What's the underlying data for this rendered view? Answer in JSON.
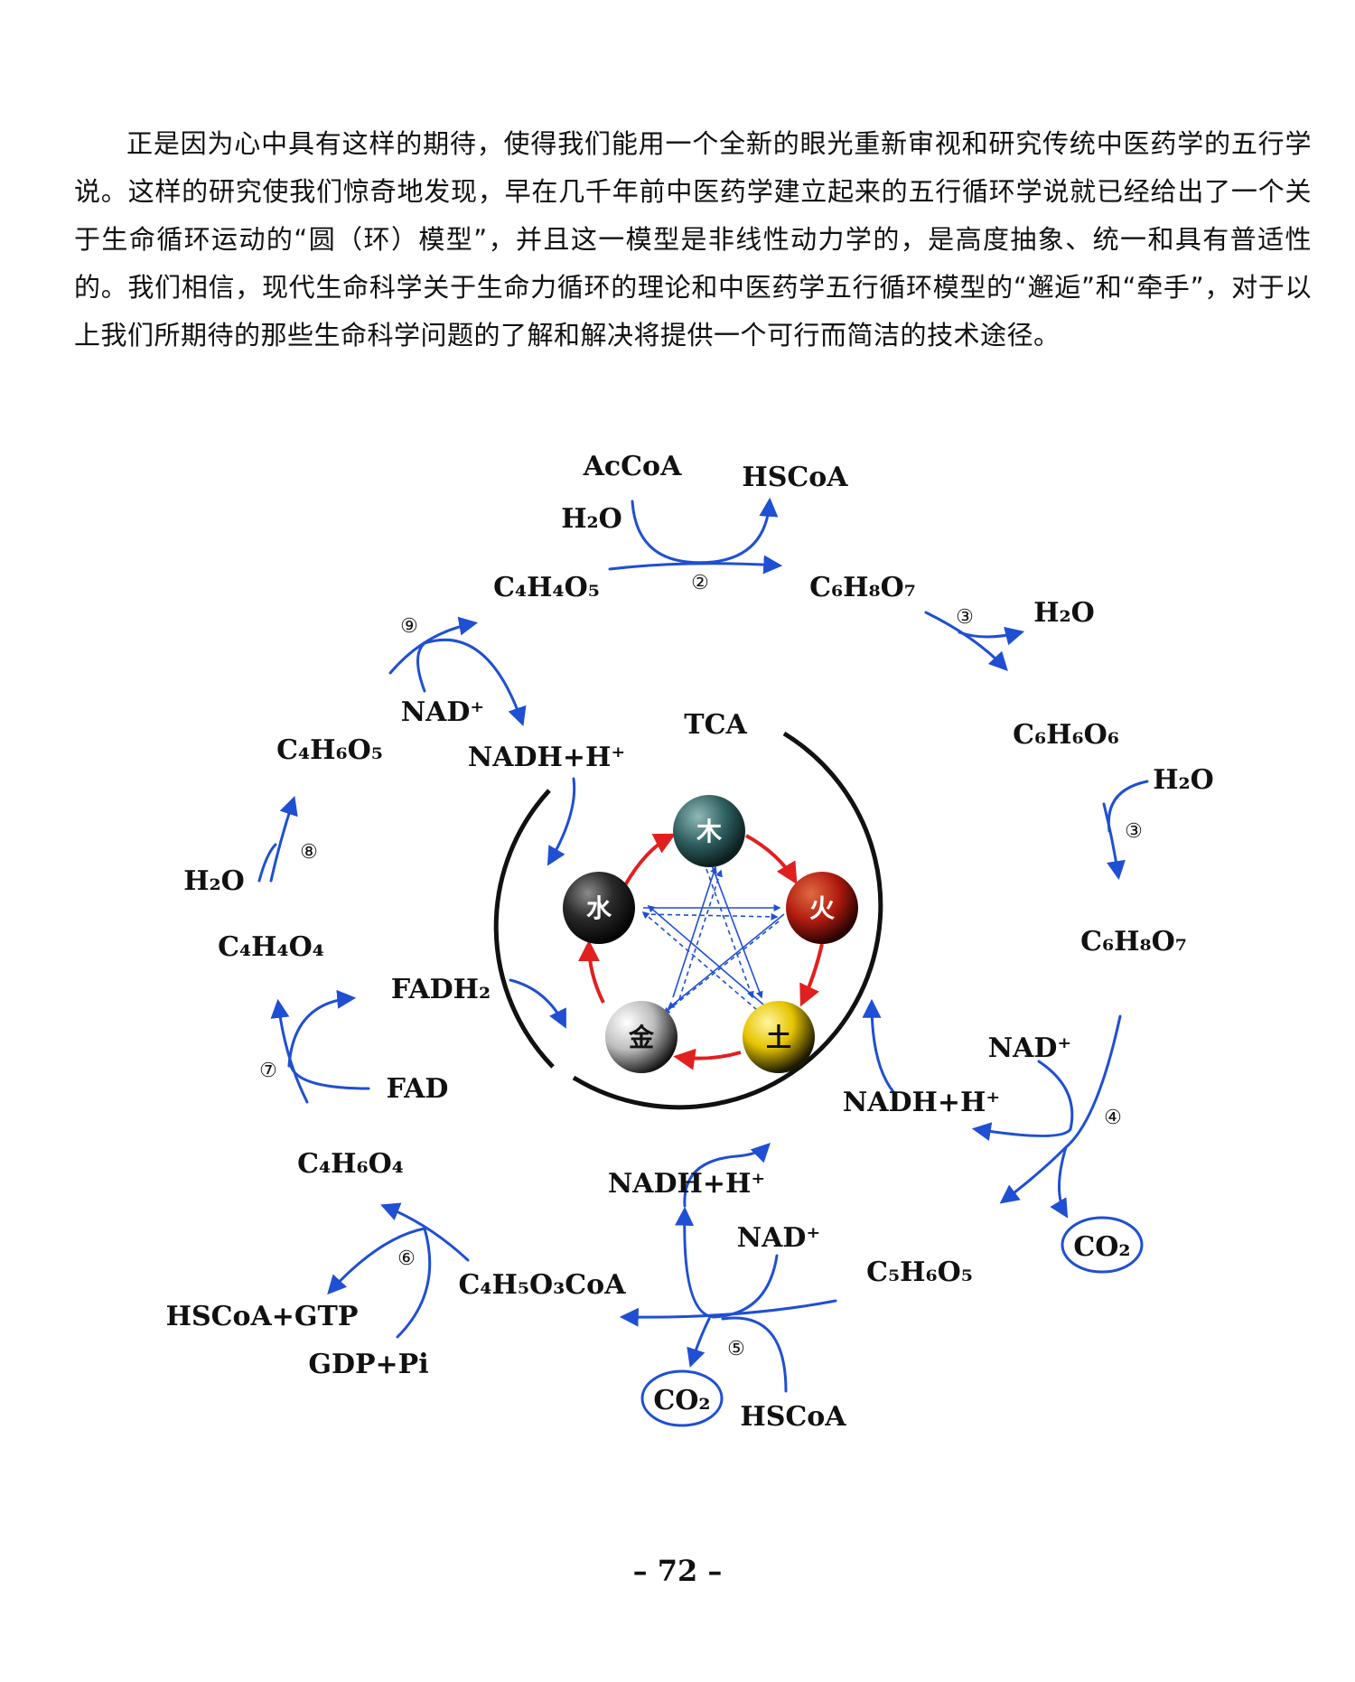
{
  "text": {
    "paragraph": "正是因为心中具有这样的期待，使得我们能用一个全新的眼光重新审视和研究传统中医药学的五行学说。这样的研究使我们惊奇地发现，早在几千年前中医药学建立起来的五行循环学说就已经给出了一个关于生命循环运动的“圆（环）模型”，并且这一模型是非线性动力学的，是高度抽象、统一和具有普适性的。我们相信，现代生命科学关于生命力循环的理论和中医药学五行循环模型的“邂逅”和“牵手”，对于以上我们所期待的那些生命科学问题的了解和解决将提供一个可行而简洁的技术途径。",
    "page_number": "– 72 –"
  },
  "diagram": {
    "center_label": "TCA",
    "phases": {
      "wood": "木",
      "fire": "火",
      "earth": "土",
      "metal": "金",
      "water": "水"
    },
    "colors": {
      "flow_arrow": "#1f4fd2",
      "generation_arrow": "#e02020",
      "phase_wood": "#2f5f60",
      "phase_fire": "#b01a10",
      "phase_earth": "#e6c400",
      "phase_metal": "#d8d8d8",
      "phase_water": "#222222"
    },
    "labels": {
      "accoa": "AcCoA",
      "hscoa_top": "HSCoA",
      "h2o_top": "H₂O",
      "c4h4o5": "C₄H₄O₅",
      "c6h8o7_top": "C₆H₈O₇",
      "h2o_right_top": "H₂O",
      "c6h6o6": "C₆H₆O₆",
      "h2o_right_mid": "H₂O",
      "c6h8o7_right": "C₆H₈O₇",
      "nad_right": "NAD⁺",
      "nadh_right": "NADH+H⁺",
      "co2_right": "CO₂",
      "c5h6o5": "C₅H₆O₅",
      "nad_bottom": "NAD⁺",
      "nadh_bottom": "NADH+H⁺",
      "co2_bottom": "CO₂",
      "hscoa_bottom": "HSCoA",
      "c4h5o3coa": "C₄H₅O₃CoA",
      "hscoa_gtp": "HSCoA+GTP",
      "gdp_pi": "GDP+Pi",
      "c4h6o4": "C₄H₆O₄",
      "fad": "FAD",
      "fadh2": "FADH₂",
      "c4h4o4": "C₄H₄O₄",
      "h2o_left": "H₂O",
      "c4h6o5": "C₄H₆O₅",
      "nad_left": "NAD⁺",
      "nadh_left": "NADH+H⁺"
    },
    "steps": {
      "s2": "②",
      "s3a": "③",
      "s3b": "③",
      "s4": "④",
      "s5": "⑤",
      "s6": "⑥",
      "s7": "⑦",
      "s8": "⑧",
      "s9": "⑨"
    }
  }
}
